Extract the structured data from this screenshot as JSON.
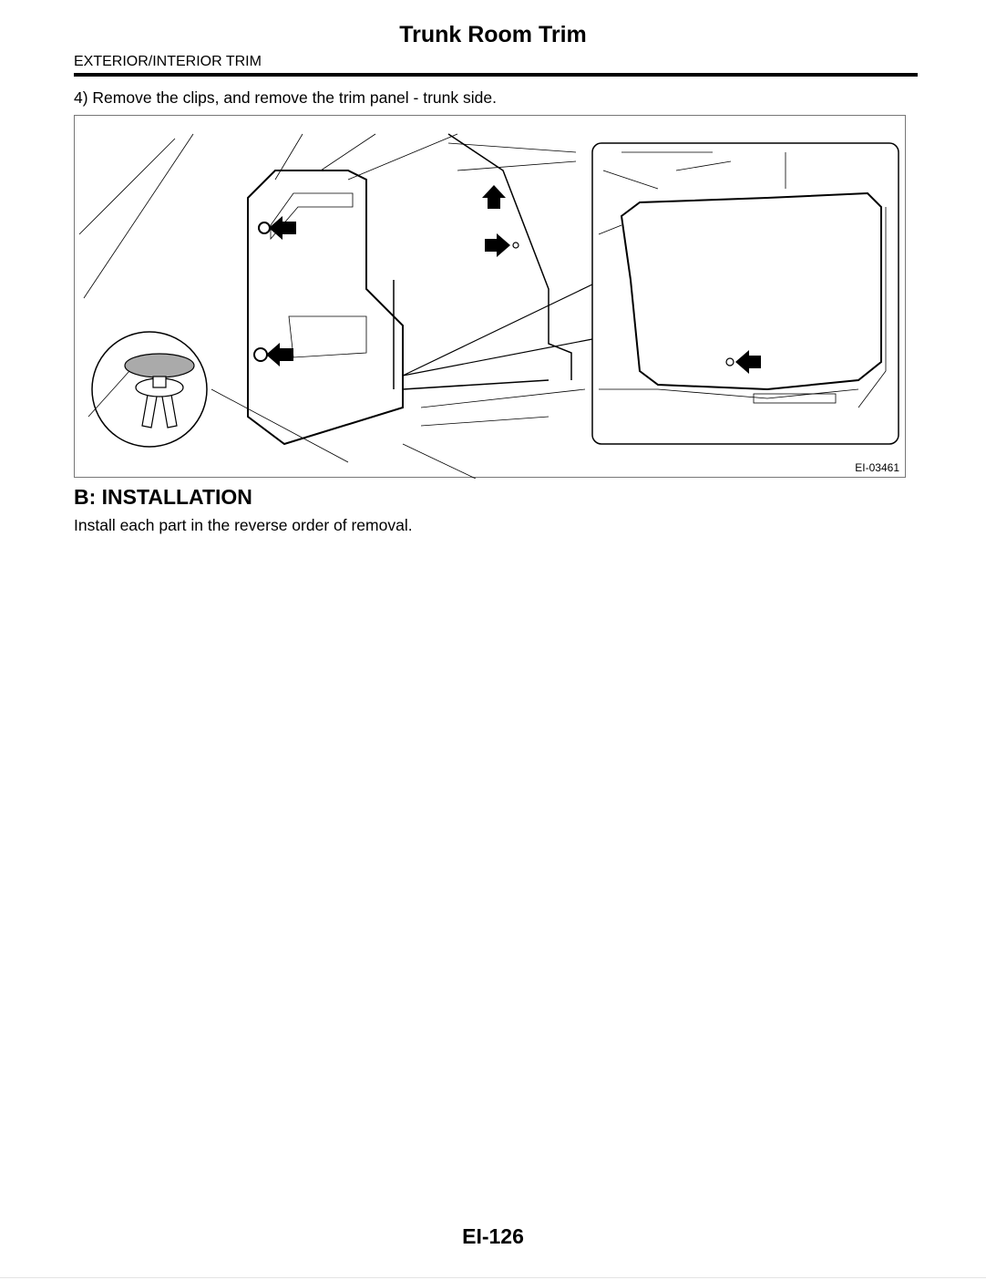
{
  "header": {
    "title": "Trunk Room Trim",
    "section": "EXTERIOR/INTERIOR TRIM"
  },
  "steps": [
    {
      "text": "4) Remove the clips, and remove the trim panel - trunk side."
    }
  ],
  "figure": {
    "id": "EI-03461"
  },
  "installation": {
    "heading": "B:  INSTALLATION",
    "text": "Install each part in the reverse order of removal."
  },
  "footer": {
    "page_number": "EI-126"
  }
}
